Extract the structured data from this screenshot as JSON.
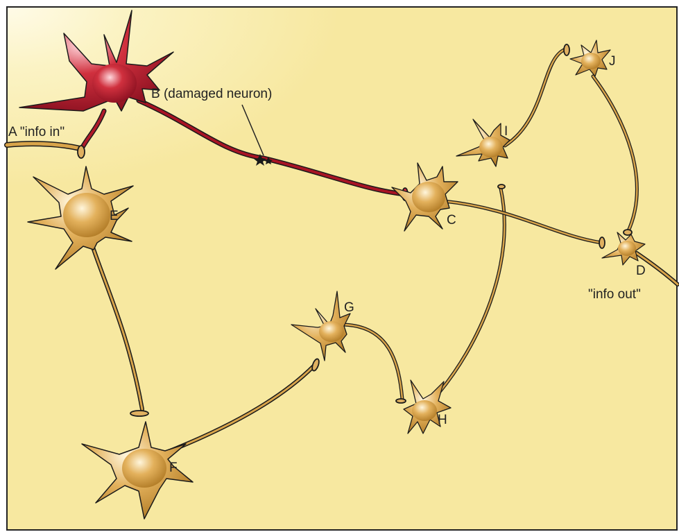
{
  "labels": {
    "a": "A \"info in\"",
    "b": "B (damaged neuron)",
    "c": "C",
    "d": "D",
    "d_sub": "\"info out\"",
    "e": "E",
    "f": "F",
    "g": "G",
    "h": "H",
    "i": "I",
    "j": "J"
  },
  "colors": {
    "healthy_neuron": "#d9a44a",
    "damaged_neuron": "#c4202e",
    "axon_outline": "#1a1a1a",
    "background": "#f7e8a0"
  }
}
